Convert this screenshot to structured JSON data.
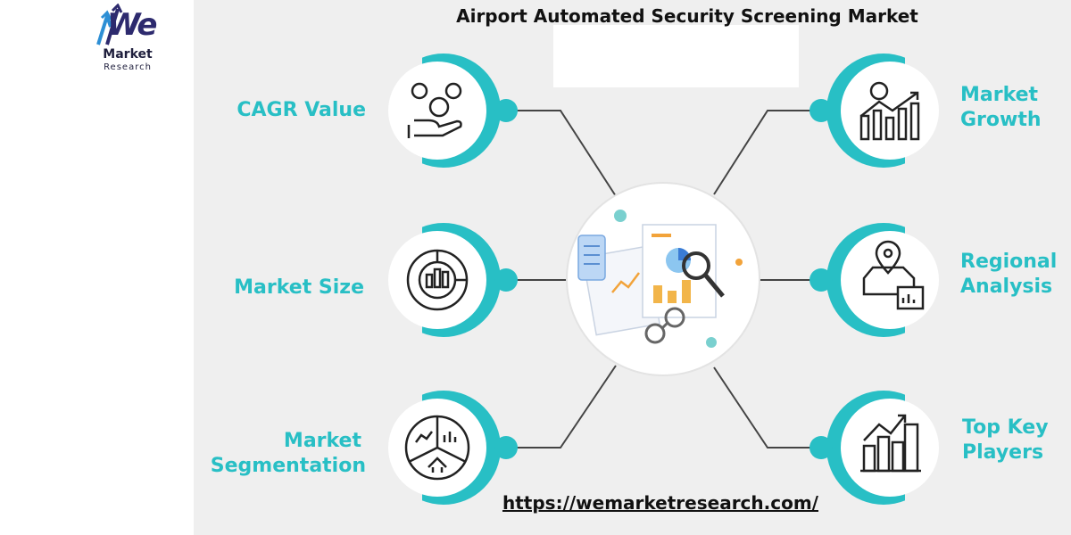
{
  "title": "Airport Automated Security Screening Market",
  "logo": {
    "mark": "We",
    "line1": "Market",
    "line2": "Research"
  },
  "labels": {
    "cagr": "CAGR Value",
    "market_size": "Market Size",
    "seg_1": "Market",
    "seg_2": "Segmentation",
    "growth_1": "Market",
    "growth_2": "Growth",
    "regional_1": "Regional",
    "regional_2": "Analysis",
    "players_1": "Top Key",
    "players_2": "Players"
  },
  "url": "https://wemarketresearch.com/",
  "colors": {
    "accent": "#28bfc5",
    "panel": "#efefef",
    "ink": "#111111",
    "line": "#444444"
  },
  "icons": [
    "money-hand-icon",
    "donut-chart-icon",
    "pie-segments-icon",
    "bar-growth-icon",
    "map-pin-icon",
    "city-growth-icon",
    "report-magnifier-icon"
  ]
}
